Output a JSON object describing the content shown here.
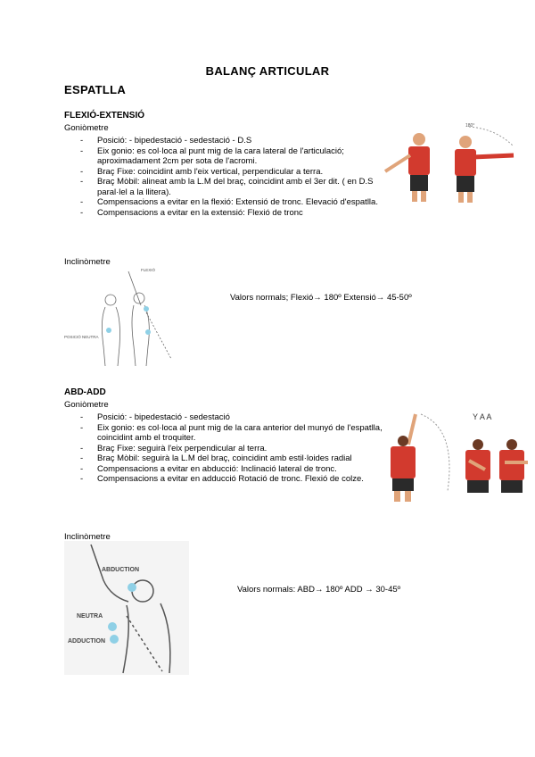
{
  "doc": {
    "title": "BALANÇ ARTICULAR",
    "section": "ESPATLLA"
  },
  "flex": {
    "heading": "FLEXIÓ-EXTENSIÓ",
    "tool": "Goniòmetre",
    "items": [
      "Posició: - bipedestació - sedestació - D.S",
      "Eix gonio: es col·loca al punt mig de la cara lateral de l'articulació; aproximadament 2cm per sota de l'acromi.",
      "Braç Fixe: coincidint amb l'eix vertical, perpendicular a terra.",
      "Braç Mòbil: alineat amb la L.M del braç, coincidint amb el 3er dit. ( en D.S paral·lel a la llitera).",
      "Compensacions a evitar en la flexió: Extensió de tronc. Elevació d'espatlla.",
      "Compensacions a evitar en la extensió: Flexió de tronc"
    ],
    "inclinometer": "Inclinòmetre",
    "values": "Valors normals; Flexió→ 180º  Extensió→ 45-50º",
    "fig_flexio": "FLEXIÓ",
    "fig_neutra": "POSICIÓ NEUTRA",
    "fig_angle": "180°"
  },
  "abd": {
    "heading": "ABD-ADD",
    "tool": "Goniòmetre",
    "items": [
      "Posició: - bipedestació - sedestació",
      "Eix gonio: es col·loca al punt mig de la cara anterior del munyó de l'espatlla, coincidint amb el troquiter.",
      "Braç Fixe: seguirà l'eix perpendicular al terra.",
      "Braç Mòbil: seguirà la L.M del braç, coincidint amb estil·loides radial",
      "Compensacions a evitar en abducció: Inclinació lateral de tronc.",
      "Compensacions a evitar en adducció Rotació de tronc. Flexió de colze."
    ],
    "inclinometer": "Inclinòmetre",
    "values": "Valors normals: ABD→ 180º   ADD → 30-45º",
    "fig_abduction": "ABDUCTION",
    "fig_neutra": "NEUTRA",
    "fig_adduction": "ADDUCTION"
  },
  "colors": {
    "shirt": "#d23a2e",
    "shorts": "#2a2a2a",
    "skin": "#e0a47a",
    "ball": "#8fd0e6",
    "ink": "#555555"
  }
}
